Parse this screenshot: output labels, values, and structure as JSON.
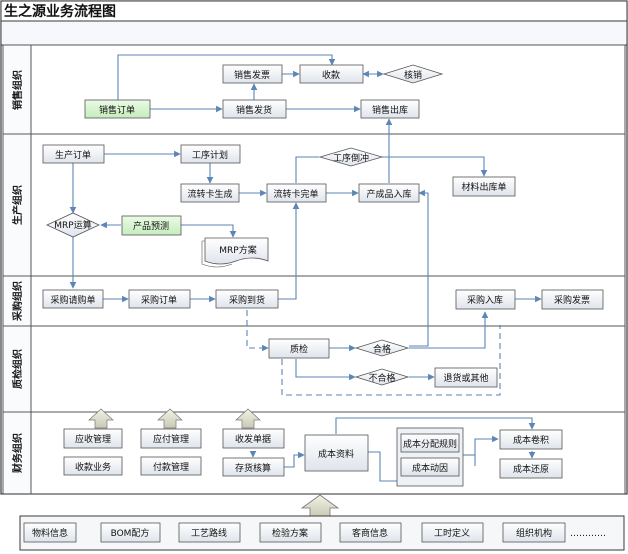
{
  "title": "生之源业务流程图",
  "colors": {
    "line": "#5b86b6",
    "box_fill": "#e9edf3",
    "box_green": "#d6f3cf",
    "lane_border": "#555555",
    "frame": "#3a3a3a"
  },
  "lanes": [
    {
      "id": "sales",
      "label": "销售组织"
    },
    {
      "id": "production",
      "label": "生产组织"
    },
    {
      "id": "purchasing",
      "label": "采购组织"
    },
    {
      "id": "quality",
      "label": "质检组织"
    },
    {
      "id": "finance",
      "label": "财务组织"
    }
  ],
  "nodes": {
    "sales_invoice": "销售发票",
    "receipt": "收款",
    "writeoff": "核销",
    "sales_order": "销售订单",
    "sales_delivery": "销售发货",
    "sales_outbound": "销售出库",
    "production_order": "生产订单",
    "process_plan": "工序计划",
    "process_offset": "工序倒冲",
    "flow_card_gen": "流转卡生成",
    "flow_card_done": "流转卡完单",
    "finished_inbound": "产成品入库",
    "material_outbound": "材料出库单",
    "mrp_calc": "MRP运算",
    "product_forecast": "产品预测",
    "mrp_plan": "MRP方案",
    "purchase_request": "采购请购单",
    "purchase_order": "采购订单",
    "purchase_arrival": "采购到货",
    "purchase_inbound": "采购入库",
    "purchase_invoice": "采购发票",
    "qc": "质检",
    "qualified": "合格",
    "unqualified": "不合格",
    "return_other": "退货或其他",
    "receivable_mgmt": "应收管理",
    "payable_mgmt": "应付管理",
    "invoice_receipt": "收发单据",
    "collection": "收款业务",
    "payment_mgmt": "付款管理",
    "inventory_accounting": "存货核算",
    "cost_data": "成本资料",
    "cost_allocation": "成本分配规则",
    "cost_driver": "成本动因",
    "cost_rollup": "成本卷积",
    "cost_restore": "成本还原"
  },
  "footer": {
    "items": [
      "物料信息",
      "BOM配方",
      "工艺路线",
      "检验方案",
      "客商信息",
      "工时定义",
      "组织机构"
    ],
    "ellipsis": "…………"
  }
}
